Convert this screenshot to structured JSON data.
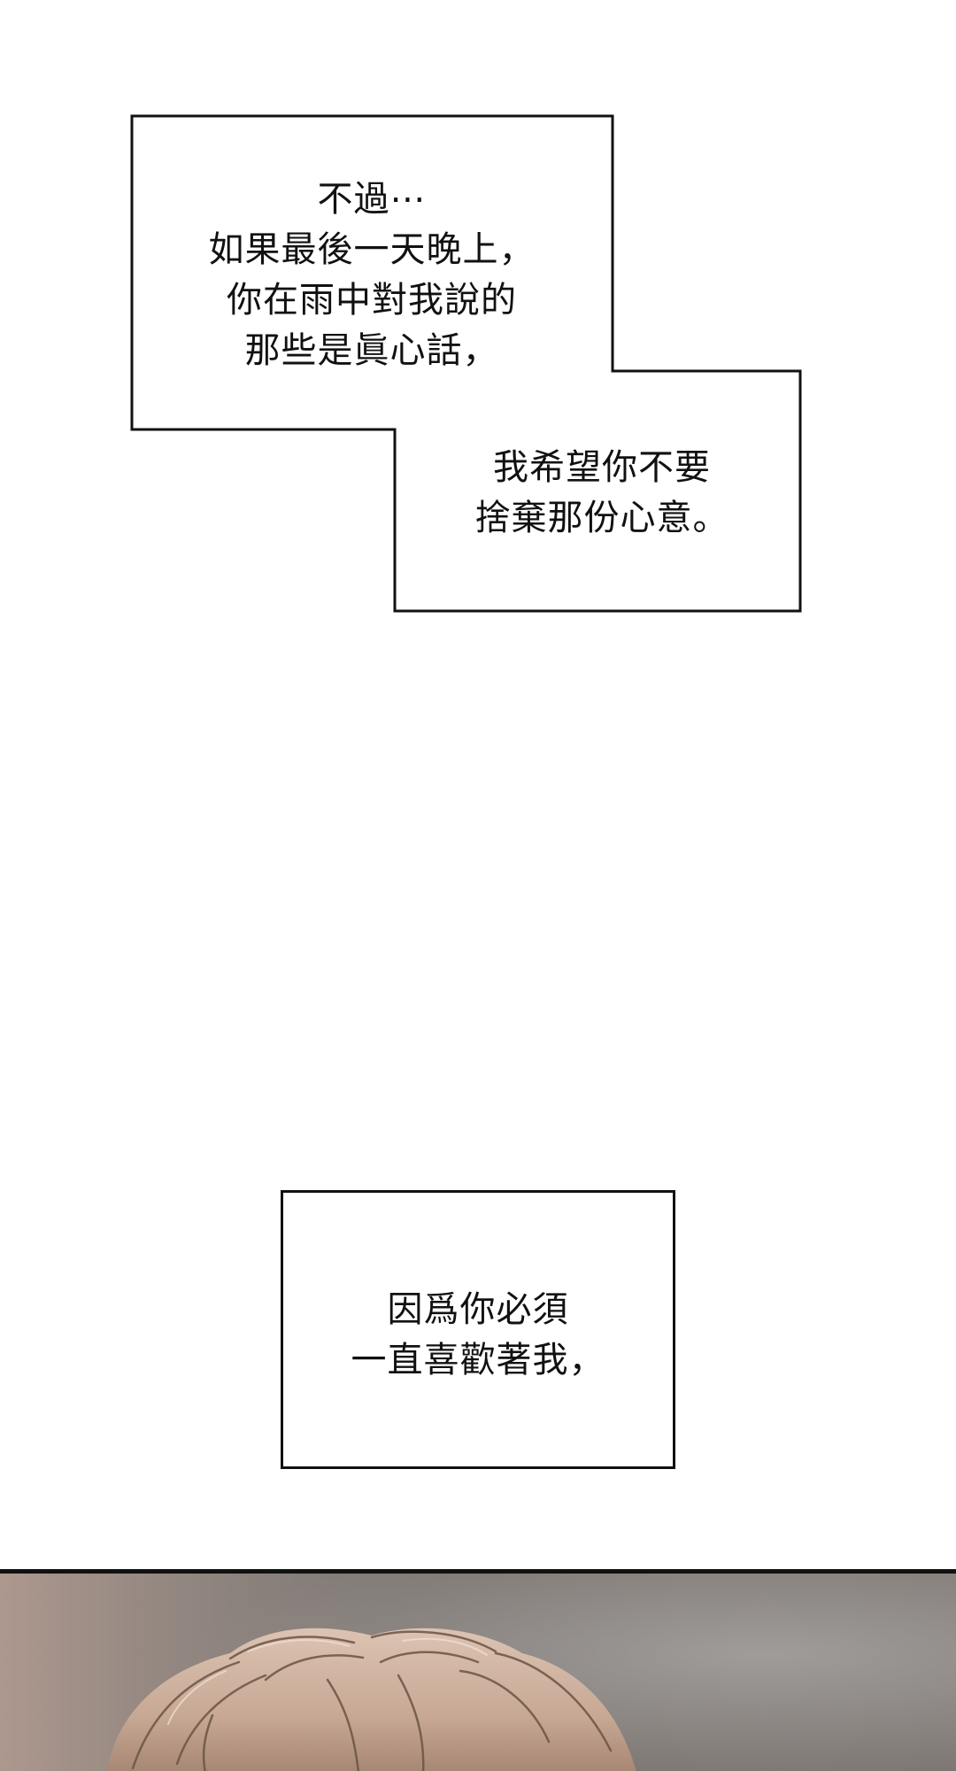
{
  "captions": {
    "first": {
      "lines": [
        "不過⋯",
        "如果最後一天晚上，",
        "你在雨中對我說的",
        "那些是眞心話，"
      ]
    },
    "second": {
      "lines": [
        "我希望你不要",
        "捨棄那份心意。"
      ]
    },
    "third": {
      "lines": [
        "因爲你必須",
        "一直喜歡著我，"
      ]
    }
  },
  "colors": {
    "border": "#111111",
    "background": "#ffffff",
    "hair_light": "#d9bfae",
    "hair_dark": "#6b5446",
    "panel_bg": "#8e8680"
  }
}
